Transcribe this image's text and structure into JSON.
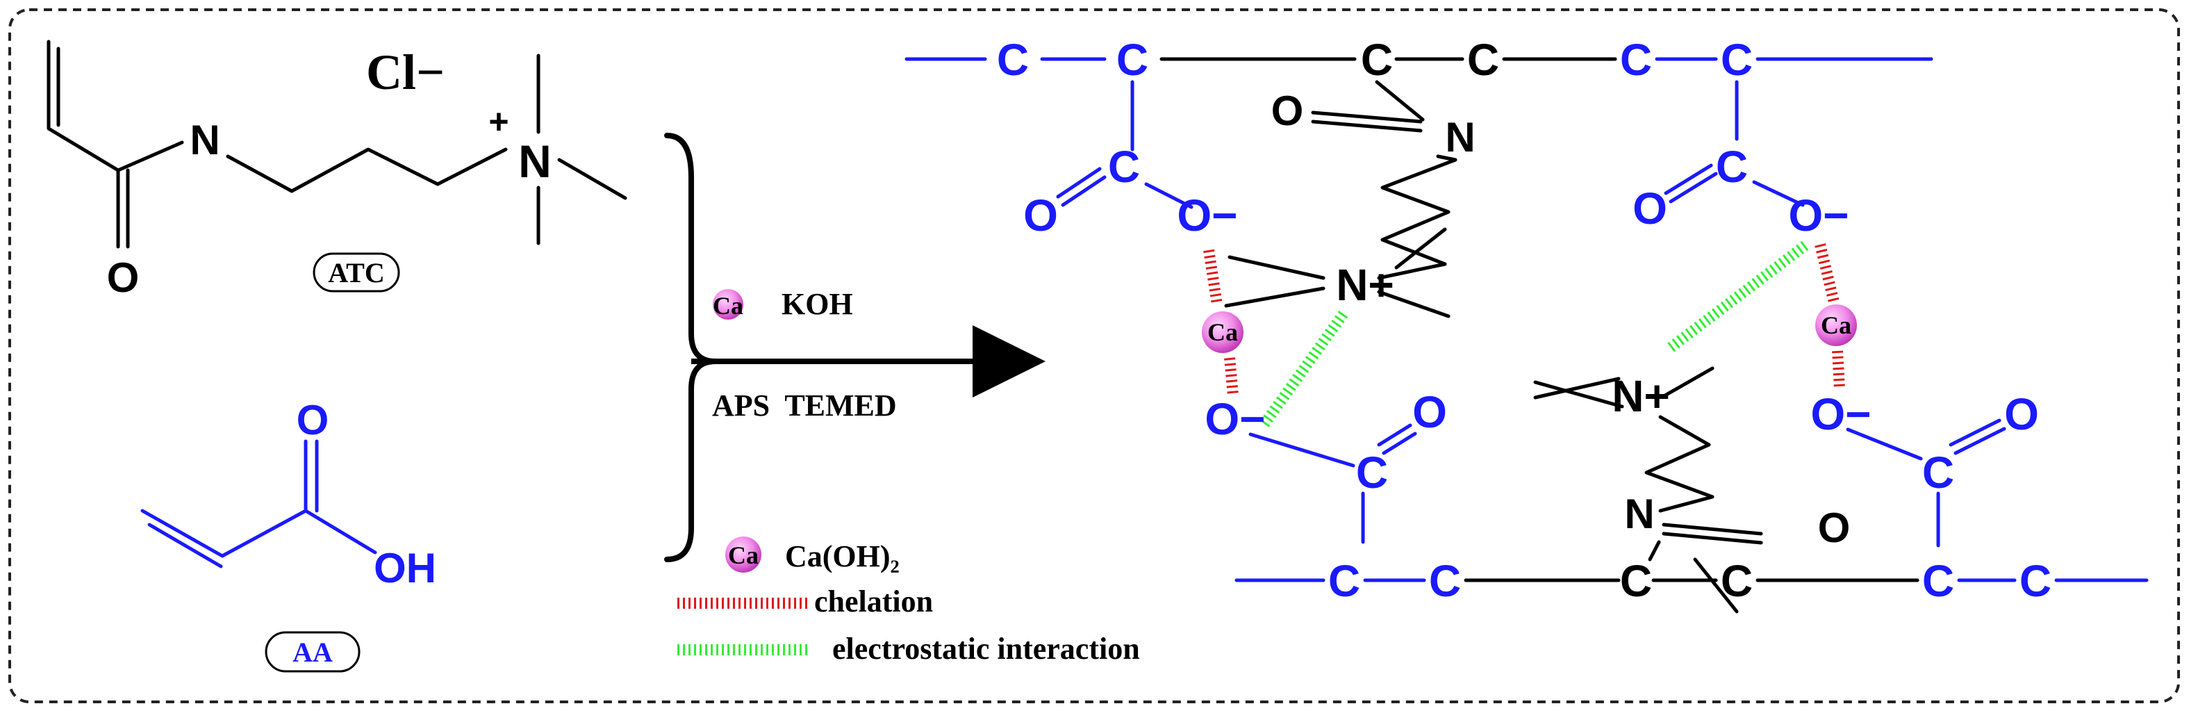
{
  "atc": {
    "nitrogen": "N",
    "oxygen": "O",
    "ammonium": "N",
    "charge_plus": "+",
    "counterion": "Cl−",
    "label": "ATC"
  },
  "aa": {
    "oxygen": "O",
    "hydroxyl": "OH",
    "label": "AA"
  },
  "reaction": {
    "ion": "Ca",
    "base": "KOH",
    "initiators": "APS  TEMED"
  },
  "network": {
    "backbone_carbon": "C",
    "oxygen": "O",
    "anion": "O−",
    "nitrogen": "N",
    "cation": "N+",
    "calcium": "Ca"
  },
  "legend": {
    "ion_label": "Ca",
    "ion_source": "Ca(OH)₂",
    "chelation": "chelation",
    "electrostatic": "electrostatic interaction"
  },
  "colors": {
    "atc_structure": "#000000",
    "aa_structure": "#1a1aff",
    "calcium_ion": "#e05ad8",
    "chelation_line": "#e01818",
    "electrostatic_line": "#33ee33",
    "frame": "#222222"
  }
}
